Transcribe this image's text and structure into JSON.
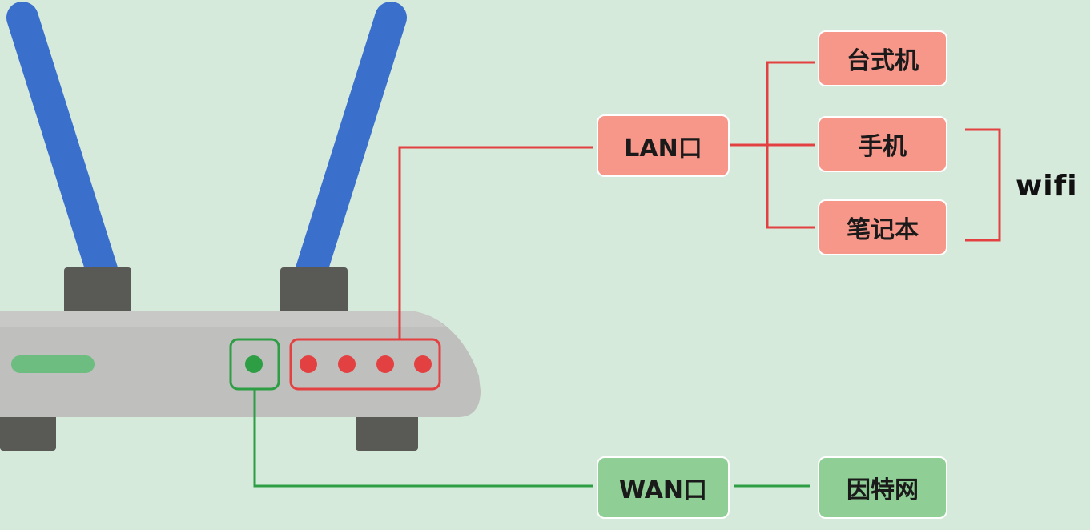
{
  "diagram": {
    "lan_label": "LAN口",
    "wan_label": "WAN口",
    "devices": {
      "desktop": "台式机",
      "phone": "手机",
      "laptop": "笔记本"
    },
    "internet_label": "因特网",
    "wifi_label": "wifi"
  },
  "colors": {
    "background": "#d6eadc",
    "antenna": "#3a6fcc",
    "router_body": "#bfbfbd",
    "router_dark": "#595956",
    "lan_red": "#e34141",
    "wan_green": "#2e9e45",
    "led_green": "#6cbd7f"
  }
}
